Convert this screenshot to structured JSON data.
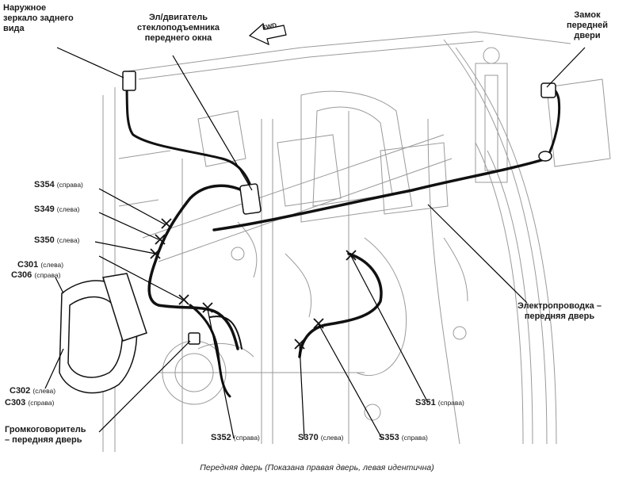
{
  "labels": {
    "mirror": [
      "Наружное",
      "зеркало заднего",
      "вида"
    ],
    "window_motor": [
      "Эл/двигатель",
      "стеклоподъемника",
      "переднего окна"
    ],
    "door_lock": [
      "Замок",
      "передней",
      "двери"
    ],
    "wiring": [
      "Электропроводка –",
      "передняя дверь"
    ],
    "speaker": [
      "Громкоговоритель",
      "– передняя дверь"
    ],
    "fwd": "FWD"
  },
  "connectors": {
    "s354": {
      "code": "S354",
      "side": "(справа)"
    },
    "s349": {
      "code": "S349",
      "side": "(слева)"
    },
    "s350": {
      "code": "S350",
      "side": "(слева)"
    },
    "c301": {
      "code": "C301",
      "side": "(слева)"
    },
    "c306": {
      "code": "C306",
      "side": "(справа)"
    },
    "c302": {
      "code": "C302",
      "side": "(слева)"
    },
    "c303": {
      "code": "C303",
      "side": "(справа)"
    },
    "s351": {
      "code": "S351",
      "side": "(справа)"
    },
    "s352": {
      "code": "S352",
      "side": "(справа)"
    },
    "s370": {
      "code": "S370",
      "side": "(слева)"
    },
    "s353": {
      "code": "S353",
      "side": "(справа)"
    }
  },
  "caption": "Передняя дверь (Показана правая дверь, левая идентична)"
}
